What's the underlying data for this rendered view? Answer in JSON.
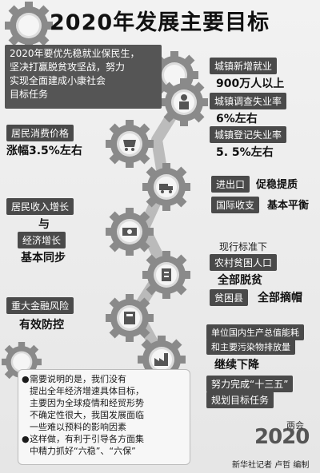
{
  "title": "2020年发展主要目标",
  "intro_lines": [
    "2020年要优先稳就业保民生，",
    "坚决打赢脱贫攻坚战，努力",
    "实现全面建成小康社会",
    "目标任务"
  ],
  "goals": {
    "employment_label": "城镇新增就业",
    "employment_value": "900万人以上",
    "survey_unemployment_label": "城镇调查失业率",
    "survey_unemployment_value": "6%左右",
    "registered_unemployment_label": "城镇登记失业率",
    "registered_unemployment_value": "5. 5%左右",
    "cpi_label": "居民消费价格",
    "cpi_value": "涨幅3.5%左右",
    "trade_label": "进出口",
    "trade_value": "促稳提质",
    "balance_label": "国际收支",
    "balance_value": "基本平衡",
    "income_label": "居民收入增长",
    "and_label": "与",
    "growth_label": "经济增长",
    "sync_value": "基本同步",
    "poverty_heading": "现行标准下",
    "rural_label": "农村贫困人口",
    "rural_value": "全部脱贫",
    "county_label": "贫困县",
    "county_value": "全部摘帽",
    "finance_label": "重大金融风险",
    "finance_value": "有效防控",
    "energy_line1": "单位国内生产总值能耗",
    "energy_line2": "和主要污染物排放量",
    "energy_value": "继续下降",
    "plan_line1": "努力完成“十三五”",
    "plan_line2": "规划目标任务"
  },
  "note_lines": [
    "需要说明的是，我们没有",
    "提出全年经济增速具体目标，",
    "主要因为全球疫情和经贸形势",
    "不确定性很大，我国发展面临",
    "一些难以预料的影响因素",
    "这样做，有利于引导各方面集",
    "中精力抓好“六稳”、“六保”"
  ],
  "logo": {
    "big": "2020",
    "small": "两会"
  },
  "credit": "新华社记者 卢哲 编制",
  "icons": [
    "gear-icon",
    "worker-icon",
    "shopping-cart-icon",
    "truck-icon",
    "money-truck-icon",
    "document-icon",
    "calculator-icon",
    "factory-icon"
  ],
  "colors": {
    "dark_box": "#4a4a4a",
    "gear": "#8a8a8a",
    "text": "#1a1a1a"
  }
}
